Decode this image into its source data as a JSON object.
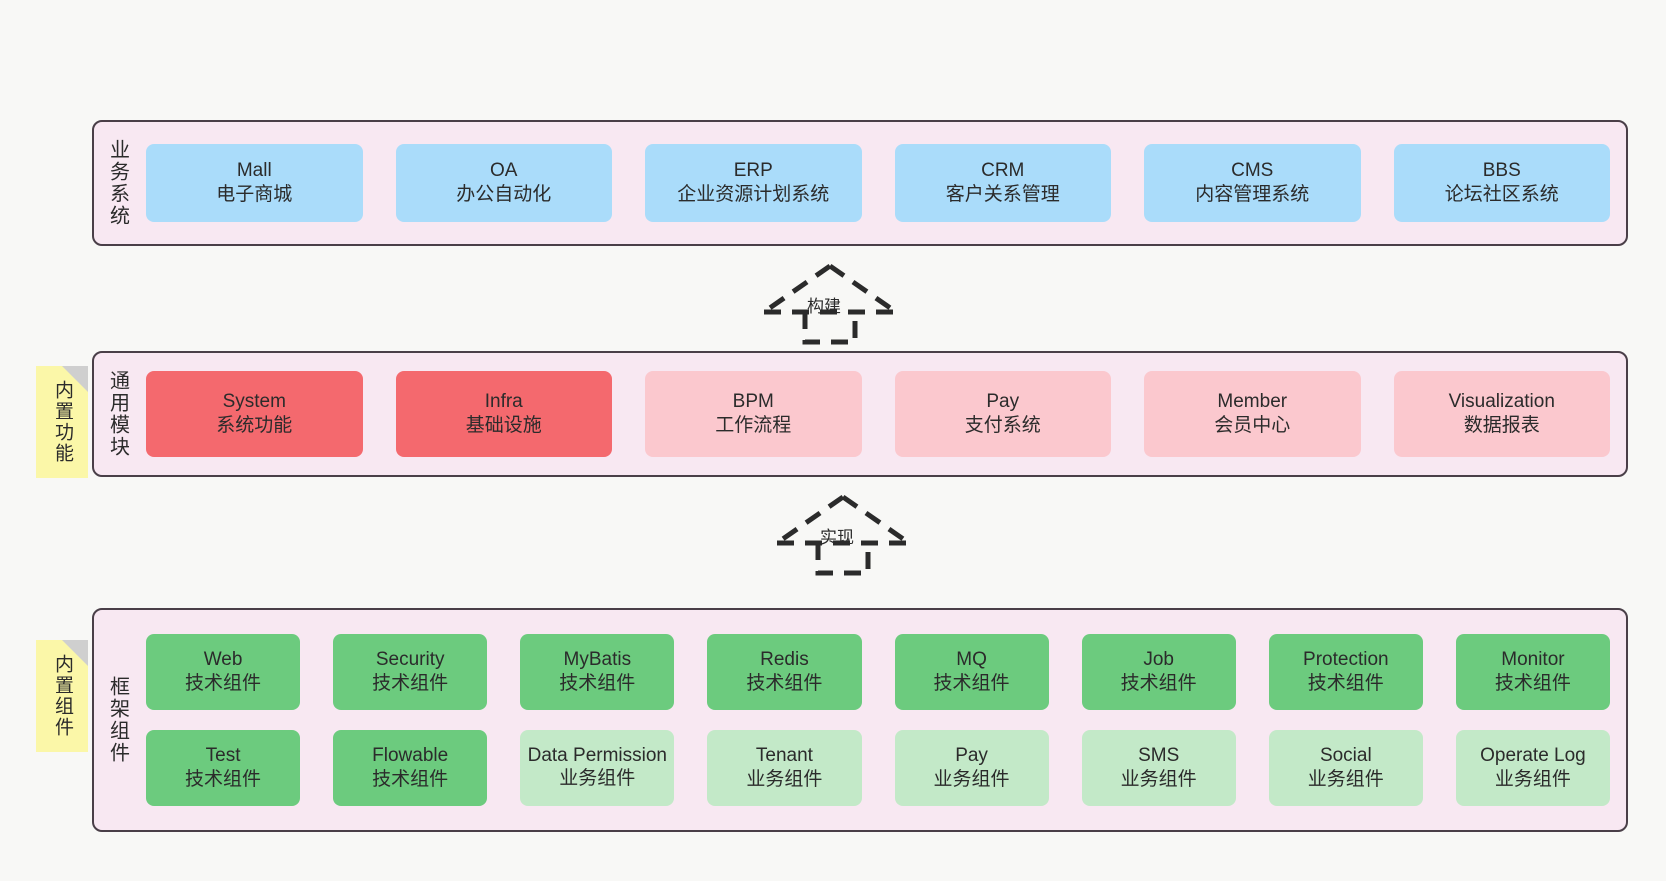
{
  "diagram": {
    "background_color": "#f8f8f6",
    "layer_border_color": "#4a3f48",
    "layer_fill_color": "#f8e8f2",
    "note_color": "#fbf7a8"
  },
  "layers": [
    {
      "id": "business-systems",
      "title": "业务系统",
      "rows": [
        {
          "cards": [
            {
              "name": "Mall",
              "sub": "电子商城",
              "style": "c-blue"
            },
            {
              "name": "OA",
              "sub": "办公自动化",
              "style": "c-blue"
            },
            {
              "name": "ERP",
              "sub": "企业资源计划系统",
              "style": "c-blue"
            },
            {
              "name": "CRM",
              "sub": "客户关系管理",
              "style": "c-blue"
            },
            {
              "name": "CMS",
              "sub": "内容管理系统",
              "style": "c-blue"
            },
            {
              "name": "BBS",
              "sub": "论坛社区系统",
              "style": "c-blue"
            }
          ]
        }
      ]
    },
    {
      "id": "common-modules",
      "title": "通用模块",
      "note": "内置功能",
      "rows": [
        {
          "cards": [
            {
              "name": "System",
              "sub": "系统功能",
              "style": "c-red"
            },
            {
              "name": "Infra",
              "sub": "基础设施",
              "style": "c-red"
            },
            {
              "name": "BPM",
              "sub": "工作流程",
              "style": "c-pink"
            },
            {
              "name": "Pay",
              "sub": "支付系统",
              "style": "c-pink"
            },
            {
              "name": "Member",
              "sub": "会员中心",
              "style": "c-pink"
            },
            {
              "name": "Visualization",
              "sub": "数据报表",
              "style": "c-pink"
            }
          ]
        }
      ]
    },
    {
      "id": "framework-components",
      "title": "框架组件",
      "note": "内置组件",
      "rows": [
        {
          "cards": [
            {
              "name": "Web",
              "sub": "技术组件",
              "style": "c-green"
            },
            {
              "name": "Security",
              "sub": "技术组件",
              "style": "c-green"
            },
            {
              "name": "MyBatis",
              "sub": "技术组件",
              "style": "c-green"
            },
            {
              "name": "Redis",
              "sub": "技术组件",
              "style": "c-green"
            },
            {
              "name": "MQ",
              "sub": "技术组件",
              "style": "c-green"
            },
            {
              "name": "Job",
              "sub": "技术组件",
              "style": "c-green"
            },
            {
              "name": "Protection",
              "sub": "技术组件",
              "style": "c-green"
            },
            {
              "name": "Monitor",
              "sub": "技术组件",
              "style": "c-green"
            }
          ]
        },
        {
          "cards": [
            {
              "name": "Test",
              "sub": "技术组件",
              "style": "c-green"
            },
            {
              "name": "Flowable",
              "sub": "技术组件",
              "style": "c-green"
            },
            {
              "name": "Data Permission",
              "sub": "业务组件",
              "style": "c-lgreen"
            },
            {
              "name": "Tenant",
              "sub": "业务组件",
              "style": "c-lgreen"
            },
            {
              "name": "Pay",
              "sub": "业务组件",
              "style": "c-lgreen"
            },
            {
              "name": "SMS",
              "sub": "业务组件",
              "style": "c-lgreen"
            },
            {
              "name": "Social",
              "sub": "业务组件",
              "style": "c-lgreen"
            },
            {
              "name": "Operate Log",
              "sub": "业务组件",
              "style": "c-lgreen"
            }
          ]
        }
      ]
    }
  ],
  "connectors": [
    {
      "id": "build",
      "label": "构建"
    },
    {
      "id": "implement",
      "label": "实现"
    }
  ]
}
